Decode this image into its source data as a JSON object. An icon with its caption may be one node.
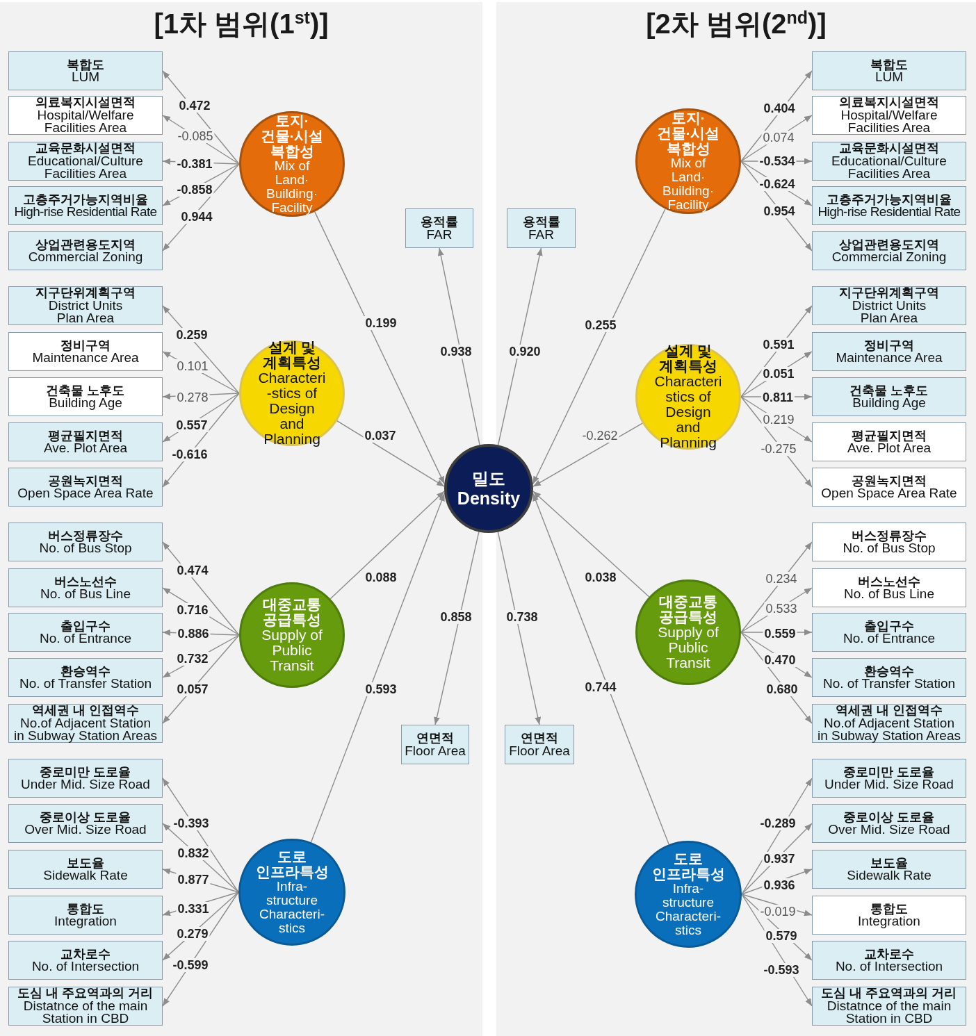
{
  "diagram": {
    "nodes": [
      {
        "text": [
          "[1차 범위(1$^{st}$)]"
        ]
      },
      {
        "text": [
          "복합도",
          "LUM"
        ],
        "in": 0
      },
      {
        "text": [
          "의료복지시설면적",
          "Hospital/Welfare Facilities Area"
        ],
        "in": 0
      },
      {
        "text": [
          "교육문화시설면적",
          "Educational/Culture Facilities Area"
        ],
        "in": 0
      },
      {
        "text": [
          "고층주거가능지역비율",
          "High-rise Residential Rate"
        ],
        "in": 0
      },
      {
        "text": [
          "상업관련용도지역",
          "Commercial Zoning"
        ],
        "in": 0
      },
      {
        "text": [
          "토지· 건물·시설 복합성",
          "Mix of Land· Building· Facility"
        ],
        "in": 0
      },
      {
        "text": [
          "지구단위계획구역",
          "District Units Plan Area"
        ],
        "in": 0
      },
      {
        "text": [
          "정비구역",
          "Maintenance Area"
        ],
        "in": 0
      },
      {
        "text": [
          "건축물 노후도",
          "Building Age"
        ],
        "in": 0
      },
      {
        "text": [
          "평균필지면적",
          "Ave. Plot Area"
        ],
        "in": 0
      },
      {
        "text": [
          "공원녹지면적",
          "Open Space Area Rate"
        ],
        "in": 0
      },
      {
        "text": [
          "설계 및 계획특성",
          "Characteri -stics of Design and Planning"
        ],
        "in": 0
      },
      {
        "text": [
          "용적률",
          "FAR"
        ],
        "in": 0
      },
      {
        "text": [
          "버스정류장수",
          "No. of Bus Stop"
        ],
        "in": 0
      },
      {
        "text": [
          "버스노선수",
          "No. of Bus Line"
        ],
        "in": 0
      },
      {
        "text": [
          "출입구수",
          "No. of Entrance"
        ],
        "in": 0
      },
      {
        "text": [
          "환승역수",
          "No. of Transfer Station"
        ],
        "in": 0
      },
      {
        "text": [
          "역세권 내 인접역수",
          "No.of Adjacent Station in Subway Station Areas"
        ],
        "in": 0
      },
      {
        "text": [
          "대중교통 공급특성",
          "Supply of Public Transit"
        ],
        "in": 0
      },
      {
        "text": [
          "연면적",
          "Floor Area"
        ],
        "in": 0
      },
      {
        "text": [
          "중로미만 도로율",
          "Under Mid. Size Road"
        ],
        "in": 0
      },
      {
        "text": [
          "중로이상 도로율",
          "Over Mid. Size Road"
        ],
        "in": 0
      },
      {
        "text": [
          "보도율",
          "Sidewalk Rate"
        ],
        "in": 0
      },
      {
        "text": [
          "통합도",
          "Integration"
        ],
        "in": 0
      },
      {
        "text": [
          "교차로수",
          "No. of Intersection"
        ],
        "in": 0
      },
      {
        "text": [
          "도심 내 주요역과의 거리",
          "Distatnce of the main Station in CBD"
        ],
        "in": 0
      },
      {
        "text": [
          "도로 인프라특성",
          "Infra- structure Characteri- stics"
        ],
        "in": 0
      },
      {
        "text": [
          "밀도",
          "Density"
        ]
      },
      {
        "text": [
          "[2차 범위(2$^{nd}$)]"
        ]
      },
      {
        "text": [
          "용적률",
          "FAR"
        ],
        "in": 29
      },
      {
        "text": [
          "토지· 건물·시설 복합성",
          "Mix of Land· Building· Facility"
        ],
        "in": 29
      },
      {
        "text": [
          "복합도",
          "LUM"
        ],
        "in": 29
      },
      {
        "text": [
          "의료복지시설면적",
          "Hospital/Welfare Facilities Area"
        ],
        "in": 29
      },
      {
        "text": [
          "교육문화시설면적",
          "Educational/Culture Facilities Area"
        ],
        "in": 29
      },
      {
        "text": [
          "고층주거가능지역비율",
          "High-rise Residential Rate"
        ],
        "in": 29
      },
      {
        "text": [
          "상업관련용도지역",
          "Commercial Zoning"
        ],
        "in": 29
      },
      {
        "text": [
          "설계 및 계획특성",
          "Characteri stics of Design and Planning"
        ],
        "in": 29
      },
      {
        "text": [
          "지구단위계획구역",
          "District Units Plan Area"
        ],
        "in": 29
      },
      {
        "text": [
          "정비구역",
          "Maintenance Area"
        ],
        "in": 29
      },
      {
        "text": [
          "건축물 노후도",
          "Building Age"
        ],
        "in": 29
      },
      {
        "text": [
          "평균필지면적",
          "Ave. Plot Area"
        ],
        "in": 29
      },
      {
        "text": [
          "공원녹지면적",
          "Open Space Area Rate"
        ],
        "in": 29
      },
      {
        "text": [
          "연면적",
          "Floor Area"
        ],
        "in": 29
      },
      {
        "text": [
          "대중교통 공급특성",
          "Supply of Public Transit"
        ],
        "in": 29
      },
      {
        "text": [
          "버스정류장수",
          "No. of Bus Stop"
        ],
        "in": 29
      },
      {
        "text": [
          "버스노선수",
          "No. of Bus Line"
        ],
        "in": 29
      },
      {
        "text": [
          "출입구수",
          "No. of Entrance"
        ],
        "in": 29
      },
      {
        "text": [
          "환승역수",
          "No. of Transfer Station"
        ],
        "in": 29
      },
      {
        "text": [
          "역세권 내 인접역수",
          "No.of Adjacent Station in Subway Station Areas"
        ],
        "in": 29
      },
      {
        "text": [
          "도로 인프라특성",
          "Infra- structure Characteri- stics"
        ],
        "in": 29
      },
      {
        "text": [
          "중로미만 도로율",
          "Under Mid. Size Road"
        ],
        "in": 29
      },
      {
        "text": [
          "중로이상 도로율",
          "Over Mid. Size Road"
        ],
        "in": 29
      },
      {
        "text": [
          "보도율",
          "Sidewalk Rate"
        ],
        "in": 29
      },
      {
        "text": [
          "통합도",
          "Integration"
        ],
        "in": 29
      },
      {
        "text": [
          "교차로수",
          "No. of Intersection"
        ],
        "in": 29
      },
      {
        "text": [
          "도심 내 주요역과의 거리",
          "Distatnce of the main Station in CBD"
        ],
        "in": 29
      }
    ],
    "edges": [
      {
        "from": 6,
        "to": 1,
        "arrow": "to",
        "label": "0.472"
      },
      {
        "from": 6,
        "to": 2,
        "arrow": "to",
        "label": "-0.085"
      },
      {
        "from": 6,
        "to": 3,
        "arrow": "to",
        "label": "-0.381"
      },
      {
        "from": 6,
        "to": 4,
        "arrow": "to",
        "label": "-0.858"
      },
      {
        "from": 6,
        "to": 5,
        "arrow": "to",
        "label": "0.944"
      },
      {
        "from": 6,
        "to": 28,
        "arrow": "to",
        "label": "0.199"
      },
      {
        "from": 12,
        "to": 7,
        "arrow": "to",
        "label": "0.259"
      },
      {
        "from": 12,
        "to": 8,
        "arrow": "to",
        "label": "0.101"
      },
      {
        "from": 12,
        "to": 9,
        "arrow": "to",
        "label": "0.278"
      },
      {
        "from": 12,
        "to": 10,
        "arrow": "to",
        "label": "0.557"
      },
      {
        "from": 12,
        "to": 11,
        "arrow": "to",
        "label": "-0.616"
      },
      {
        "from": 12,
        "to": 28,
        "arrow": "to",
        "label": "0.037"
      },
      {
        "from": 28,
        "to": 13,
        "arrow": "to",
        "label": "0.938"
      },
      {
        "from": 19,
        "to": 14,
        "arrow": "to",
        "label": "0.474"
      },
      {
        "from": 19,
        "to": 15,
        "arrow": "to",
        "label": "0.716"
      },
      {
        "from": 19,
        "to": 16,
        "arrow": "to",
        "label": "0.886"
      },
      {
        "from": 19,
        "to": 17,
        "arrow": "to",
        "label": "0.732"
      },
      {
        "from": 19,
        "to": 18,
        "arrow": "to",
        "label": "0.057"
      },
      {
        "from": 19,
        "to": 28,
        "arrow": "to",
        "label": "0.088"
      },
      {
        "from": 28,
        "to": 20,
        "arrow": "to",
        "label": "0.858"
      },
      {
        "from": 27,
        "to": 21,
        "arrow": "to",
        "label": "-0.393"
      },
      {
        "from": 27,
        "to": 22,
        "arrow": "to",
        "label": "0.832"
      },
      {
        "from": 27,
        "to": 23,
        "arrow": "to",
        "label": "0.877"
      },
      {
        "from": 27,
        "to": 24,
        "arrow": "to",
        "label": "0.331"
      },
      {
        "from": 27,
        "to": 25,
        "arrow": "to",
        "label": "0.279"
      },
      {
        "from": 27,
        "to": 26,
        "arrow": "to",
        "label": "-0.599"
      },
      {
        "from": 27,
        "to": 28,
        "arrow": "to",
        "label": "0.593"
      },
      {
        "from": 28,
        "to": 30,
        "arrow": "to",
        "label": "0.920"
      },
      {
        "from": 31,
        "to": 28,
        "arrow": "to",
        "label": "0.255"
      },
      {
        "from": 31,
        "to": 32,
        "arrow": "to",
        "label": "0.404"
      },
      {
        "from": 31,
        "to": 33,
        "arrow": "to",
        "label": "0.074"
      },
      {
        "from": 31,
        "to": 34,
        "arrow": "to",
        "label": "-0.534"
      },
      {
        "from": 31,
        "to": 35,
        "arrow": "to",
        "label": "-0.624"
      },
      {
        "from": 31,
        "to": 36,
        "arrow": "to",
        "label": "0.954"
      },
      {
        "from": 37,
        "to": 28,
        "arrow": "to",
        "label": "-0.262"
      },
      {
        "from": 37,
        "to": 38,
        "arrow": "to",
        "label": "0.591"
      },
      {
        "from": 37,
        "to": 39,
        "arrow": "to",
        "label": "0.051"
      },
      {
        "from": 37,
        "to": 40,
        "arrow": "to",
        "label": "0.811"
      },
      {
        "from": 37,
        "to": 41,
        "arrow": "to",
        "label": "0.219"
      },
      {
        "from": 37,
        "to": 42,
        "arrow": "to",
        "label": "-0.275"
      },
      {
        "from": 28,
        "to": 43,
        "arrow": "to",
        "label": "0.738"
      },
      {
        "from": 44,
        "to": 28,
        "arrow": "to",
        "label": "0.038"
      },
      {
        "from": 44,
        "to": 45,
        "arrow": "to",
        "label": "0.234"
      },
      {
        "from": 44,
        "to": 46,
        "arrow": "to",
        "label": "0.533"
      },
      {
        "from": 44,
        "to": 47,
        "arrow": "to",
        "label": "0.559"
      },
      {
        "from": 44,
        "to": 48,
        "arrow": "to",
        "label": "0.470"
      },
      {
        "from": 44,
        "to": 49,
        "arrow": "to",
        "label": "0.680"
      },
      {
        "from": 50,
        "to": 28,
        "arrow": "to",
        "label": "0.744"
      },
      {
        "from": 50,
        "to": 51,
        "arrow": "to",
        "label": "-0.289"
      },
      {
        "from": 50,
        "to": 52,
        "arrow": "to",
        "label": "0.937"
      },
      {
        "from": 50,
        "to": 53,
        "arrow": "to",
        "label": "0.936"
      },
      {
        "from": 50,
        "to": 54,
        "arrow": "to",
        "label": "-0.019"
      },
      {
        "from": 50,
        "to": 55,
        "arrow": "to",
        "label": "0.579"
      },
      {
        "from": 50,
        "to": 56,
        "arrow": "to",
        "label": "-0.593"
      }
    ]
  }
}
